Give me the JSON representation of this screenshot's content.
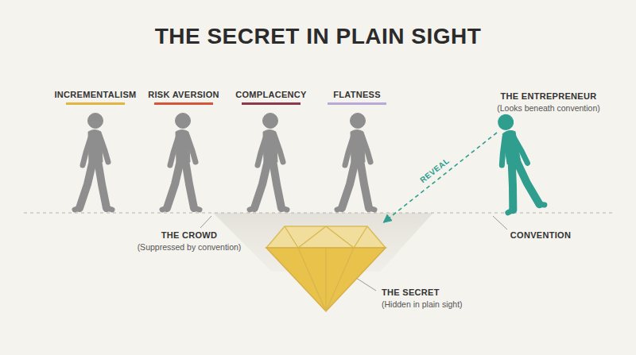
{
  "diagram": {
    "title": "THE SECRET IN PLAIN SIGHT",
    "nodes": [
      {
        "text": [
          "THE ENTREPRENEUR",
          "(Looks beneath convention)"
        ]
      },
      {
        "text": [
          "THE SECRET",
          "(Hidden in plain sight)"
        ]
      }
    ],
    "edges": [
      {
        "from": 0,
        "to": 1,
        "arrow": "to",
        "label": "REVEAL"
      }
    ],
    "labels": [
      "INCREMENTALISM",
      "RISK AVERSION",
      "COMPLACENCY",
      "FLATNESS",
      "THE CROWD",
      "(Suppressed by convention)",
      "CONVENTION"
    ]
  }
}
